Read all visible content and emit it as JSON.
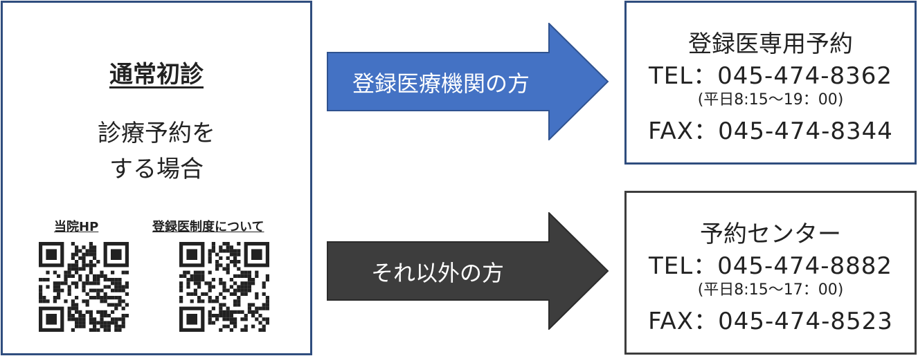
{
  "colors": {
    "blue_arrow": "#4472c4",
    "dark_arrow": "#3d3d3d",
    "blue_border": "#2f4d7e",
    "dark_border": "#3d3d3d"
  },
  "left_panel": {
    "title": "通常初診",
    "subtitle_line1": "診療予約を",
    "subtitle_line2": "する場合",
    "qr_items": [
      {
        "label": "当院HP",
        "icon": "qr-code-icon"
      },
      {
        "label": "登録医制度について",
        "icon": "qr-code-icon"
      }
    ]
  },
  "arrows": [
    {
      "label": "登録医療機関の方"
    },
    {
      "label": "それ以外の方"
    }
  ],
  "contacts": [
    {
      "heading": "登録医専用予約",
      "tel": "TEL：045-474-8362",
      "hours": "(平日8:15～19：00)",
      "fax": "FAX：045-474-8344"
    },
    {
      "heading": "予約センター",
      "tel": "TEL：045-474-8882",
      "hours": "(平日8:15～17：00)",
      "fax": "FAX：045-474-8523"
    }
  ]
}
